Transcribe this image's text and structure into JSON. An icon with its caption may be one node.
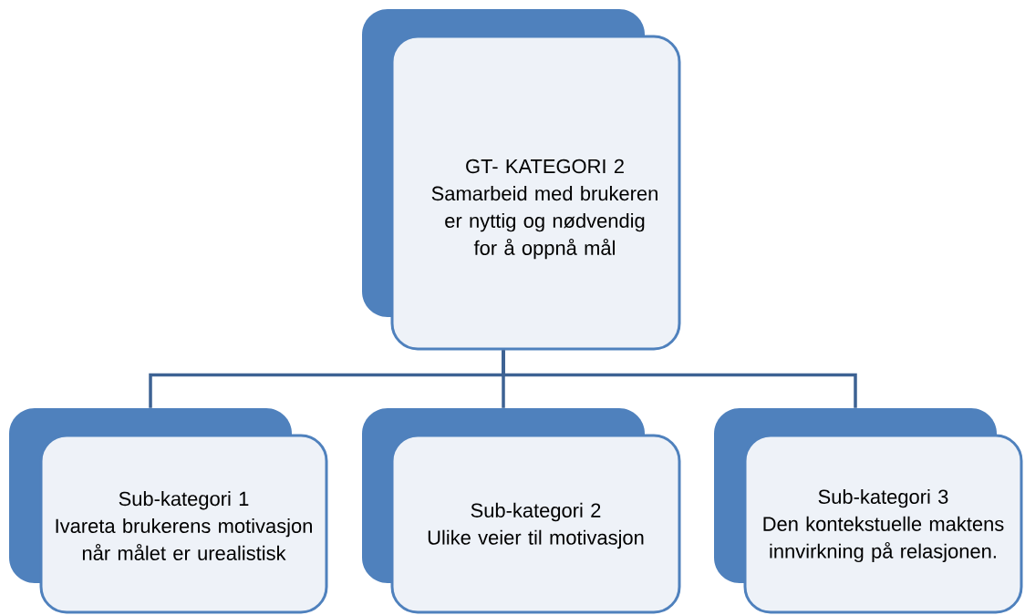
{
  "diagram": {
    "nodes": [
      {
        "text": [
          "GT- KATEGORI 2",
          "Samarbeid med brukeren er nyttig og nødvendig for å oppnå mål"
        ]
      },
      {
        "text": [
          "Sub-kategori 1",
          "Ivareta brukerens motivasjon når målet er urealistisk"
        ]
      },
      {
        "text": [
          "Sub-kategori 2",
          "Ulike veier til motivasjon"
        ]
      },
      {
        "text": [
          "Sub-kategori 3",
          "Den kontekstuelle maktens innvirkning på relasjonen."
        ]
      }
    ],
    "edges": [
      {
        "from": 0,
        "to": 1,
        "arrow": "none"
      },
      {
        "from": 0,
        "to": 2,
        "arrow": "none"
      },
      {
        "from": 0,
        "to": 3,
        "arrow": "none"
      }
    ]
  }
}
